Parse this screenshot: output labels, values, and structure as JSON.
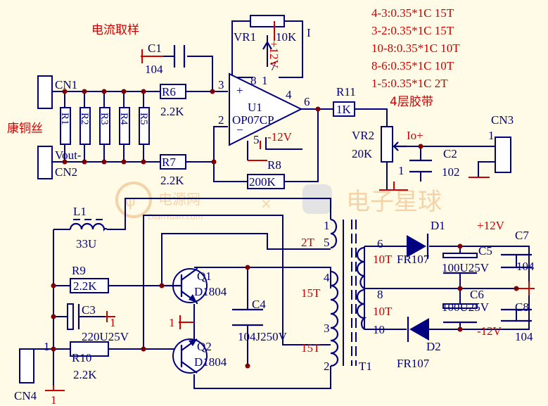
{
  "notes": {
    "current_sense": "电流取样",
    "constantan_wire": "康铜丝",
    "four_layer_tape": "4层胶带"
  },
  "winding_spec": [
    "4-3:0.35*1C  15T",
    "3-2:0.35*1C  15T",
    "10-8:0.35*1C  10T",
    "8-6:0.35*1C  10T",
    "1-5:0.35*1C  2T"
  ],
  "connectors": {
    "cn1": "CN1",
    "cn2": "CN2",
    "cn3": "CN3",
    "cn4": "CN4",
    "vout": "Vout-",
    "io": "Io+"
  },
  "parts": {
    "c1": {
      "ref": "C1",
      "value": "104"
    },
    "vr1": {
      "ref": "VR1",
      "value": "10K"
    },
    "u1": {
      "ref": "U1",
      "value": "OP07CP"
    },
    "r6": {
      "ref": "R6",
      "value": "2.2K"
    },
    "r7": {
      "ref": "R7",
      "value": "2.2K"
    },
    "r8": {
      "ref": "R8",
      "value": "200K"
    },
    "r11": {
      "ref": "R11",
      "value": "1K"
    },
    "vr2": {
      "ref": "VR2",
      "value": "20K"
    },
    "c2": {
      "ref": "C2",
      "value": "102"
    },
    "rs": [
      "R1",
      "R2",
      "R3",
      "R4",
      "R5"
    ],
    "l1": {
      "ref": "L1",
      "value": "33U"
    },
    "r9": {
      "ref": "R9",
      "value": "2.2K"
    },
    "c3": {
      "ref": "C3",
      "value": "220U25V"
    },
    "r10": {
      "ref": "R10",
      "value": "2.2K"
    },
    "q1": {
      "ref": "Q1",
      "value": "D1804"
    },
    "q2": {
      "ref": "Q2",
      "value": "D1804"
    },
    "c4": {
      "ref": "C4",
      "value": "104J250V"
    },
    "t1": {
      "ref": "T1"
    },
    "d1": {
      "ref": "D1",
      "value": "FR107"
    },
    "d2": {
      "ref": "D2",
      "value": "FR107"
    },
    "c5": {
      "ref": "C5",
      "value": "100U25V"
    },
    "c6": {
      "ref": "C6",
      "value": "100U25V"
    },
    "c7": {
      "ref": "C7",
      "value": "104"
    },
    "c8": {
      "ref": "C8",
      "value": "104"
    }
  },
  "pins": {
    "u1_p3": "3",
    "u1_p2": "2",
    "u1_p8": "8",
    "u1_p1": "1",
    "u1_p7": "7",
    "u1_p4": "4",
    "u1_p5": "5",
    "u1_p6": "6",
    "op_plus": "+",
    "op_minus": "−",
    "cn3_p1": "1",
    "c2_p1": "1",
    "cn4_p1": "1",
    "c3_p1": "1",
    "gnd_cn4": "1",
    "gnd_q": "1",
    "vr1_mark": "I",
    "t1_p1": "1",
    "t1_p5": "5",
    "t1_p4": "4",
    "t1_p3": "3",
    "t1_p2": "2",
    "t1_p6": "6",
    "t1_p8": "8",
    "t1_p10": "10"
  },
  "winding_turns": {
    "p15": "2T",
    "p43": "15T",
    "p32": "15T",
    "s68": "10T",
    "s810": "10T"
  },
  "rails": {
    "plus12_op": "+12V",
    "minus12_op": "-12V",
    "plus12_out": "+12V",
    "minus12_out": "-12V"
  },
  "watermark": {
    "brand_cn": "电源网",
    "brand_url": "DianYuan.com",
    "brand2_cn": "电子星球",
    "sep": "×"
  },
  "colors": {
    "wire": "#000080",
    "annotation": "#cc0000",
    "junction": "#800000",
    "background": "#fffbe6"
  }
}
